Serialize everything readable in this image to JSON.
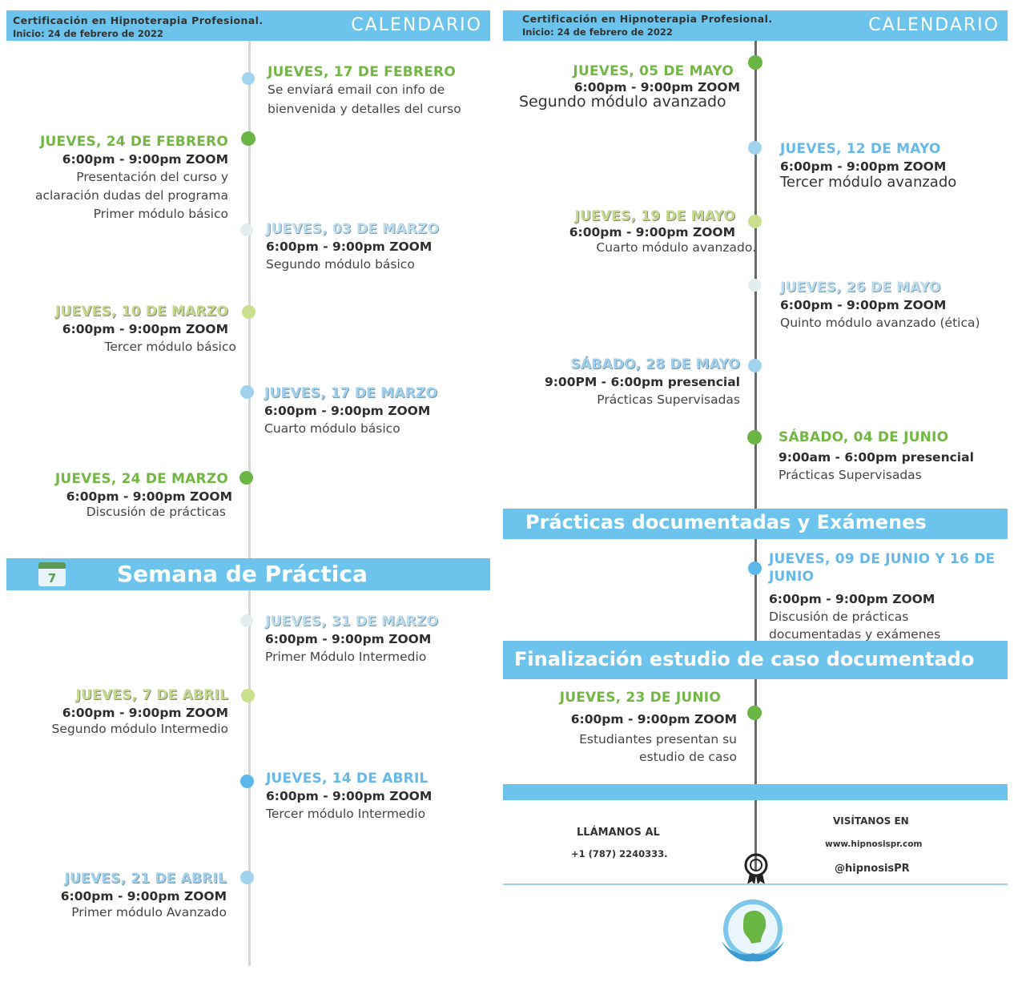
{
  "header": {
    "title": "Certificación en Hipnoterapia Profesional.",
    "start": "Inicio: 24 de febrero de 2022",
    "calendar": "CALENDARIO"
  },
  "left": {
    "events": [
      {
        "date": "JUEVES, 17 DE FEBRERO",
        "hours": "",
        "lines": [
          "Se enviará email con info de",
          "bienvenida y detalles del curso"
        ]
      },
      {
        "date": "JUEVES, 24 DE FEBRERO",
        "hours": "6:00pm - 9:00pm ZOOM",
        "lines": [
          "Presentación del curso y",
          "aclaración dudas del programa",
          "Primer módulo básico"
        ]
      },
      {
        "date": "JUEVES, 03 DE MARZO",
        "hours": "6:00pm - 9:00pm ZOOM",
        "lines": [
          "Segundo módulo básico"
        ]
      },
      {
        "date": "JUEVES, 10 DE MARZO",
        "hours": "6:00pm - 9:00pm ZOOM",
        "lines": [
          "Tercer módulo básico"
        ]
      },
      {
        "date": "JUEVES, 17 DE MARZO",
        "hours": "6:00pm - 9:00pm ZOOM",
        "lines": [
          "Cuarto módulo básico"
        ]
      },
      {
        "date": "JUEVES, 24 DE MARZO",
        "hours": "6:00pm - 9:00pm ZOOM",
        "lines": [
          "Discusión de prácticas"
        ]
      },
      {
        "date": "JUEVES, 31 DE MARZO",
        "hours": "6:00pm - 9:00pm ZOOM",
        "lines": [
          "Primer Módulo Intermedio"
        ]
      },
      {
        "date": "JUEVES, 7 DE ABRIL",
        "hours": "6:00pm - 9:00pm ZOOM",
        "lines": [
          "Segundo módulo Intermedio"
        ]
      },
      {
        "date": "JUEVES, 14 DE ABRIL",
        "hours": "6:00pm - 9:00pm ZOOM",
        "lines": [
          "Tercer módulo Intermedio"
        ]
      },
      {
        "date": "JUEVES, 21 DE ABRIL",
        "hours": "6:00pm - 9:00pm ZOOM",
        "lines": [
          "Primer módulo Avanzado"
        ]
      }
    ],
    "band": {
      "icon_number": "7",
      "label": "Semana de Práctica"
    }
  },
  "right": {
    "events": [
      {
        "date": "JUEVES, 05 DE MAYO",
        "hours": "6:00pm - 9:00pm ZOOM",
        "lines": [
          "Segundo módulo avanzado"
        ]
      },
      {
        "date": "JUEVES, 12 DE MAYO",
        "hours": "6:00pm - 9:00pm ZOOM",
        "lines": [
          "Tercer módulo avanzado"
        ]
      },
      {
        "date": "JUEVES, 19 DE MAYO",
        "hours": "6:00pm - 9:00pm ZOOM",
        "lines": [
          "Cuarto módulo avanzado."
        ]
      },
      {
        "date": "JUEVES, 26 DE MAYO",
        "hours": "6:00pm - 9:00pm ZOOM",
        "lines": [
          "Quinto módulo avanzado (ética)"
        ]
      },
      {
        "date": "SÁBADO, 28 DE MAYO",
        "hours": "9:00PM - 6:00pm presencial",
        "lines": [
          "Prácticas Supervisadas"
        ]
      },
      {
        "date": "SÁBADO, 04 DE JUNIO",
        "hours": "9:00am - 6:00pm presencial",
        "lines": [
          "Prácticas Supervisadas"
        ]
      },
      {
        "date": "JUEVES, 09 DE JUNIO Y 16 DE",
        "date2": "JUNIO",
        "hours": "6:00pm - 9:00pm ZOOM",
        "lines": [
          "Discusión de prácticas",
          "documentadas y exámenes"
        ]
      },
      {
        "date": "JUEVES, 23 DE JUNIO",
        "hours": "6:00pm - 9:00pm ZOOM",
        "lines": [
          "Estudiantes presentan su",
          "estudio de caso"
        ]
      }
    ],
    "band1": "Prácticas documentadas y Exámenes",
    "band2": "Finalización estudio de caso documentado",
    "contact": {
      "call_label": "LLÁMANOS AL",
      "phone": "+1 (787) 2240333.",
      "visit_label": "VISÍTANOS EN",
      "website": "www.hipnosispr.com",
      "social": "@hipnosisPR"
    }
  },
  "colors": {
    "band": "#6cc4ec",
    "green": "#72b744",
    "blue": "#66b8e8",
    "pale_green": "#c9df8e",
    "pale_blue": "#dde9ee",
    "line_left": "#d4d4d4",
    "line_right": "#666666"
  },
  "icons": [
    "calendar-icon",
    "award-ribbon-icon",
    "hypnosis-logo-icon"
  ]
}
